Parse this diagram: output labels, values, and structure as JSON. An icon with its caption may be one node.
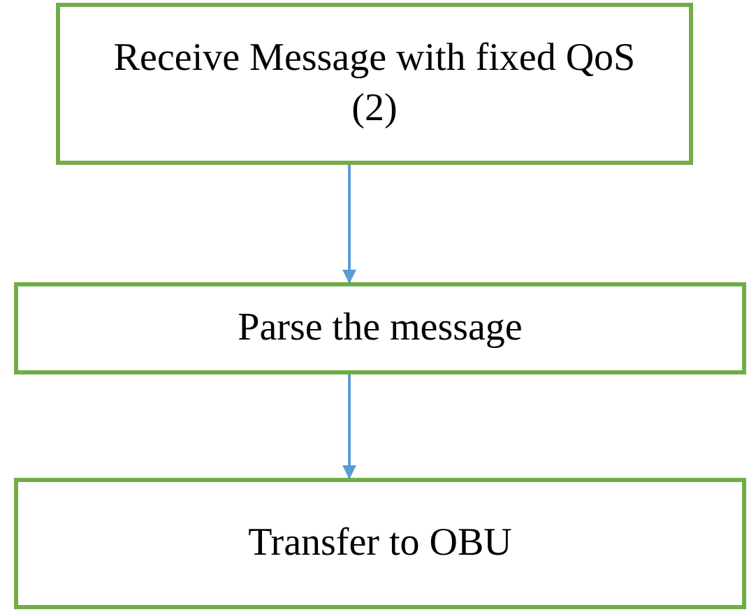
{
  "diagram": {
    "nodes": [
      {
        "text": [
          "Receive Message with fixed QoS (2)"
        ]
      },
      {
        "text": [
          "Parse the message"
        ]
      },
      {
        "text": [
          "Transfer to OBU"
        ]
      }
    ],
    "edges": [
      {
        "from": 0,
        "to": 1,
        "arrow": "to"
      },
      {
        "from": 1,
        "to": 2,
        "arrow": "to"
      }
    ]
  }
}
